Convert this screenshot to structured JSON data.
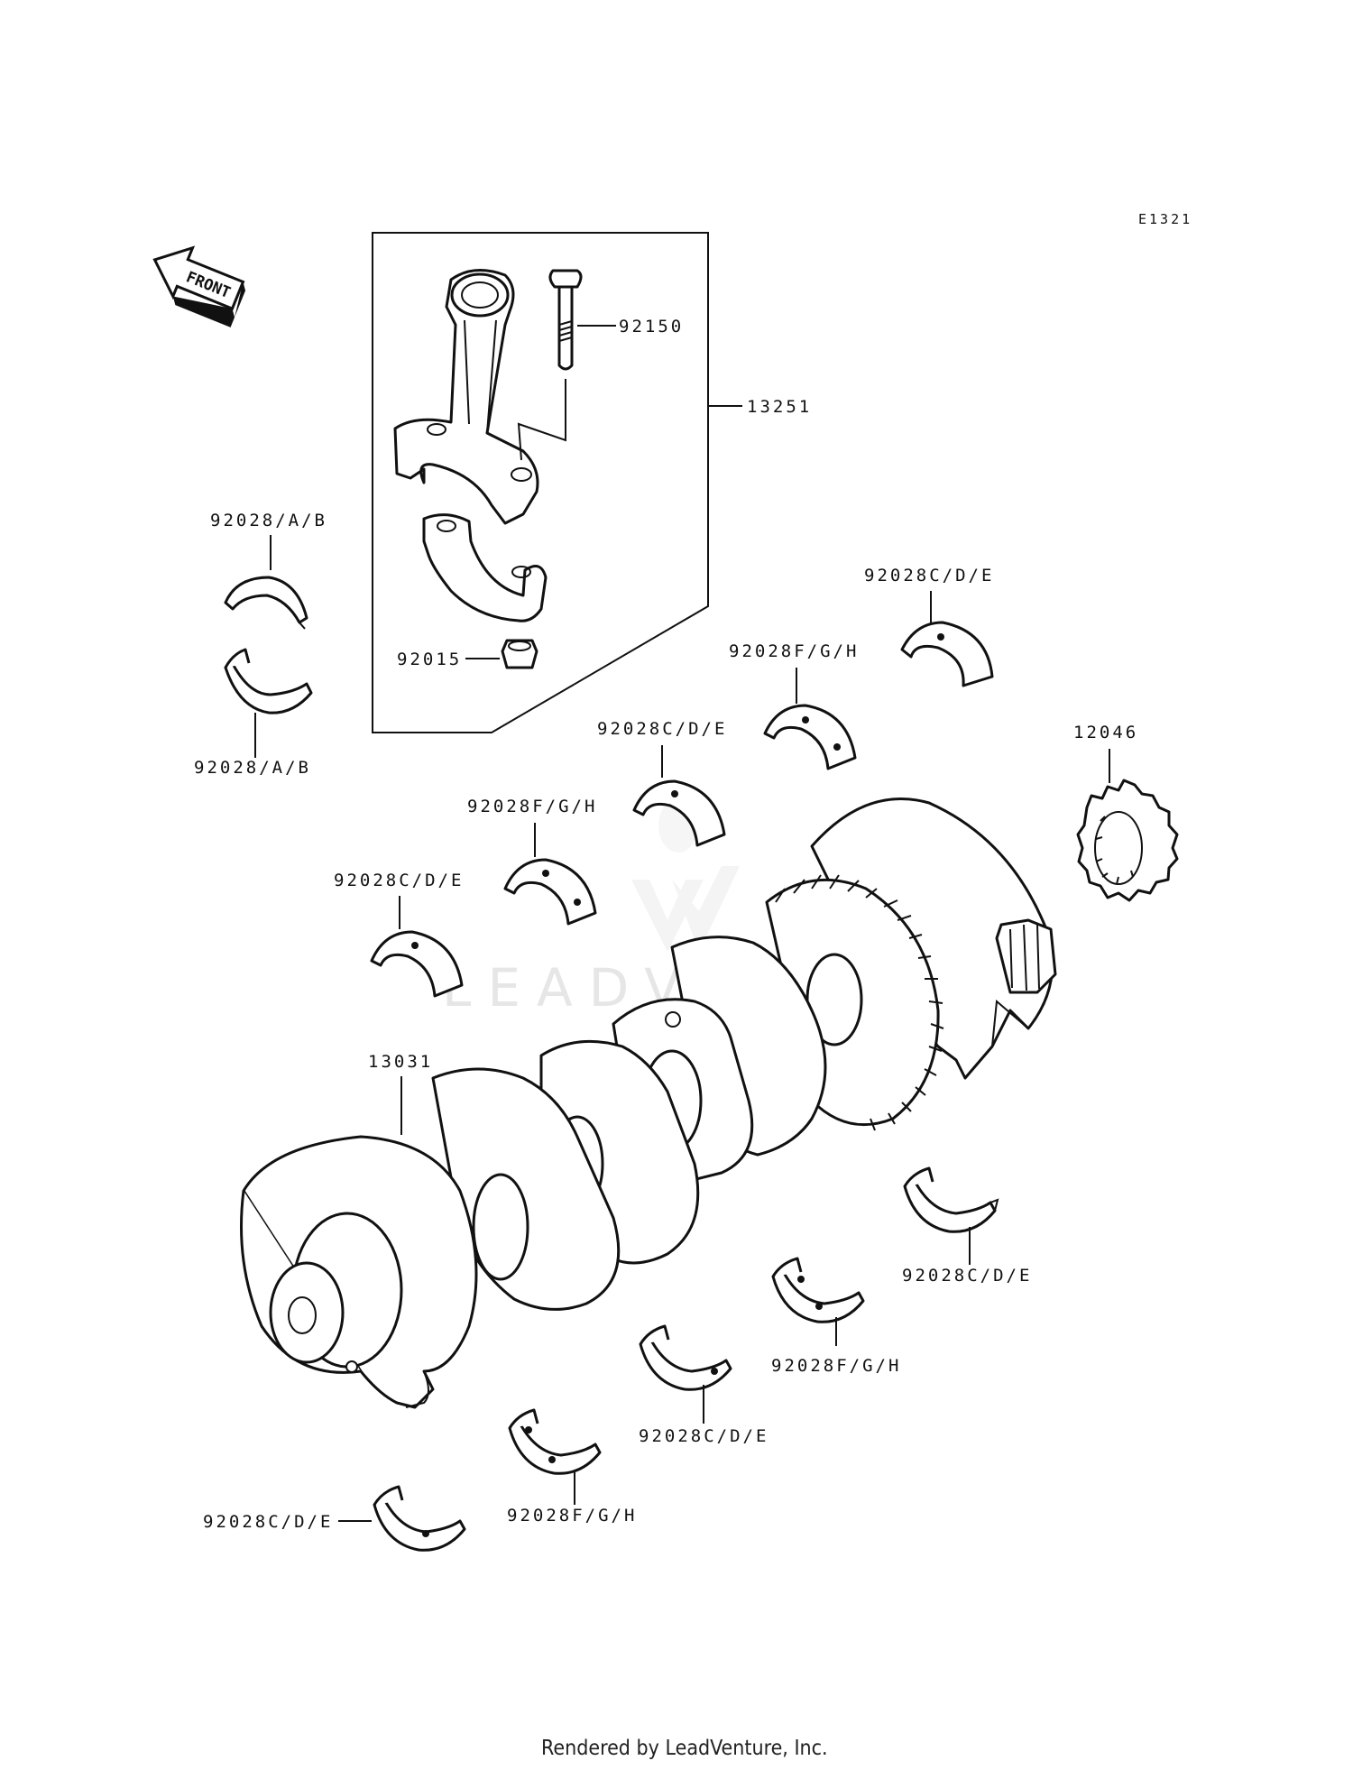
{
  "diagram_code": "E1321",
  "front_marker": "FRONT",
  "watermark": "LEADVENTURE",
  "footer": "Rendered by LeadVenture, Inc.",
  "callouts": {
    "connecting_rod_assy": "13251",
    "rod_bolt": "92150",
    "rod_nut": "92015",
    "rod_bearing_upper": "92028/A/B",
    "rod_bearing_lower": "92028/A/B",
    "crankshaft": "13031",
    "gear": "12046",
    "main_bearing_cde_1": "92028C/D/E",
    "main_bearing_fgh_1": "92028F/G/H",
    "main_bearing_cde_2": "92028C/D/E",
    "main_bearing_fgh_2": "92028F/G/H",
    "main_bearing_cde_3": "92028C/D/E",
    "main_bearing_cde_4": "92028C/D/E",
    "main_bearing_fgh_3": "92028F/G/H",
    "main_bearing_cde_5": "92028C/D/E",
    "main_bearing_fgh_4": "92028F/G/H",
    "main_bearing_cde_6": "92028C/D/E"
  }
}
